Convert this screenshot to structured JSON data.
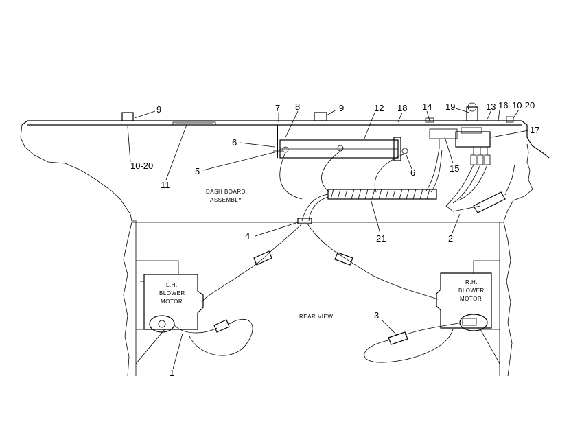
{
  "callouts": {
    "c9a": "9",
    "c1020a": "10-20",
    "c11": "11",
    "c7": "7",
    "c8": "8",
    "c9b": "9",
    "c12": "12",
    "c18": "18",
    "c14": "14",
    "c19": "19",
    "c13": "13",
    "c16": "16",
    "c1020b": "10-20",
    "c17": "17",
    "c6a": "6",
    "c5": "5",
    "c6b": "6",
    "c15": "15",
    "c4": "4",
    "c21": "21",
    "c2": "2",
    "c3": "3",
    "c1": "1"
  },
  "labels": {
    "dash_line1": "DASH BOARD",
    "dash_line2": "ASSEMBLY",
    "lh_line1": "L.H.",
    "lh_line2": "BLOWER",
    "lh_line3": "MOTOR",
    "rh_line1": "R.H.",
    "rh_line2": "BLOWER",
    "rh_line3": "MOTOR",
    "rear_view": "REAR VIEW"
  }
}
